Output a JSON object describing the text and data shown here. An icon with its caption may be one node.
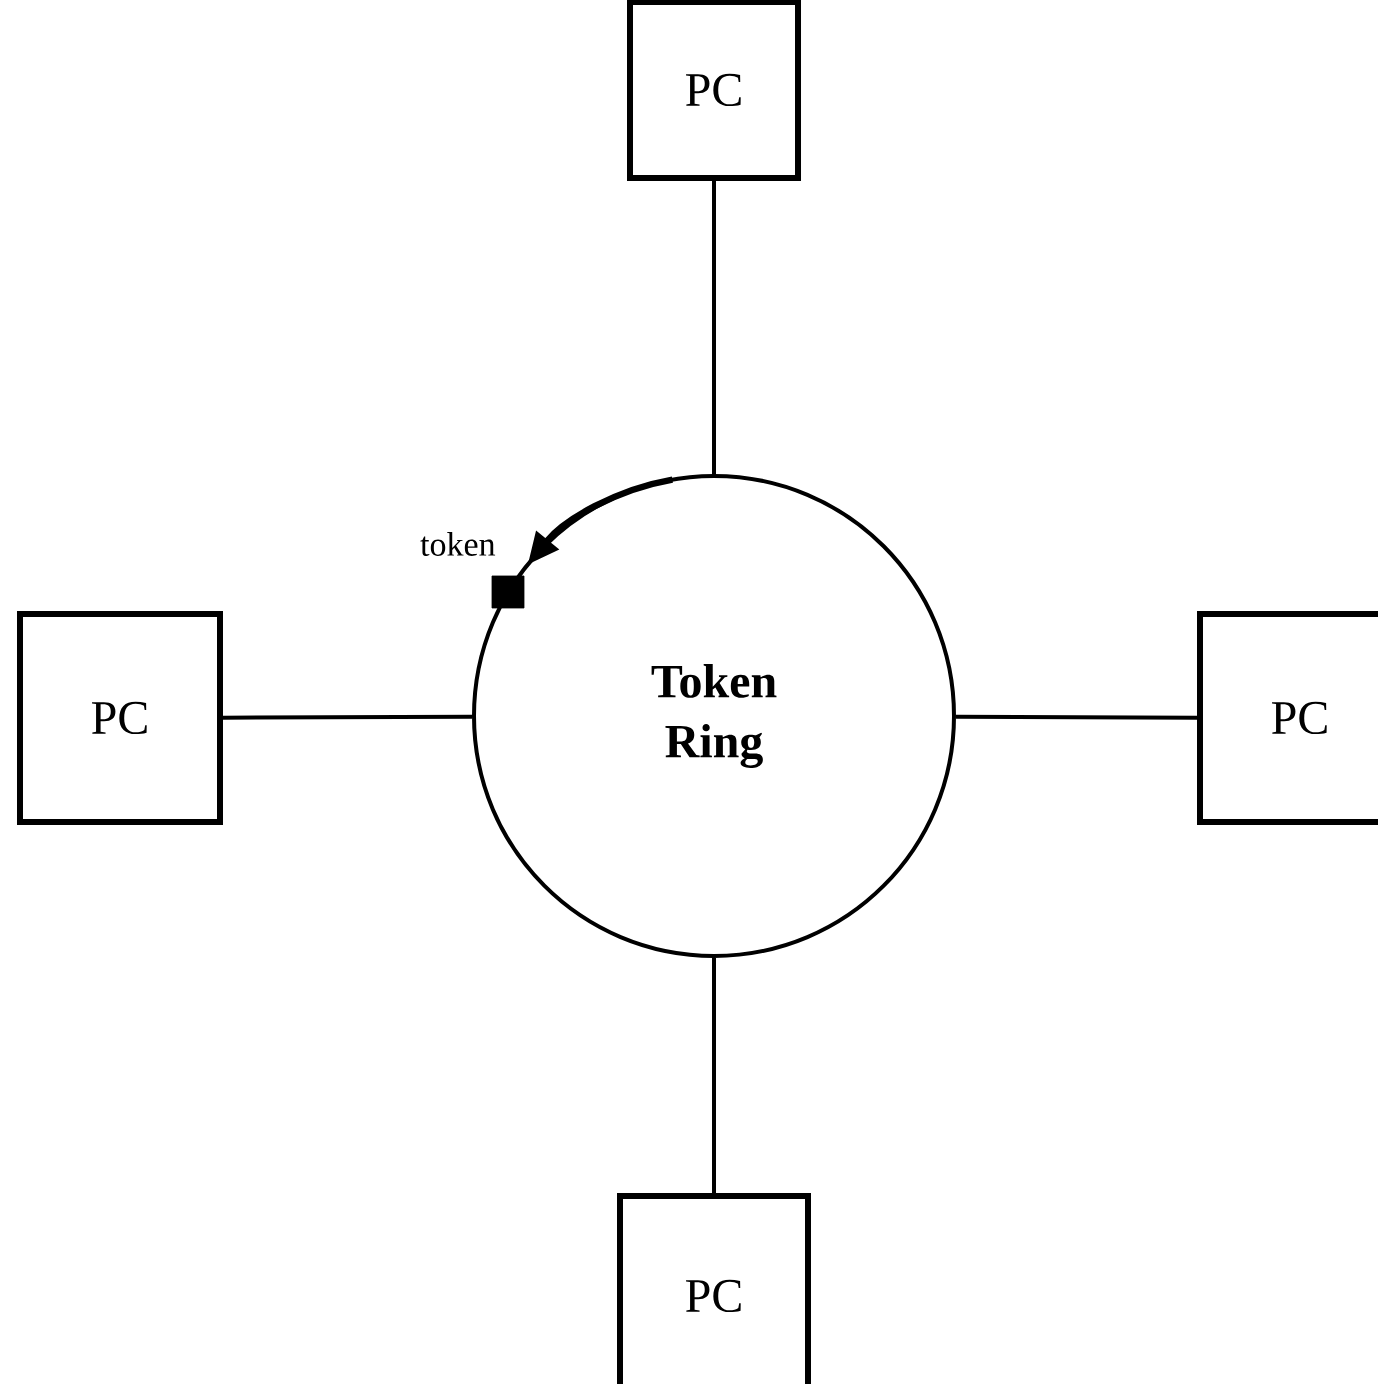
{
  "diagram": {
    "nodes": [
      {
        "text": [
          "Token Ring"
        ]
      },
      {
        "text": [
          "PC"
        ]
      },
      {
        "text": [
          "PC"
        ]
      },
      {
        "text": [
          "PC"
        ]
      },
      {
        "text": [
          "PC"
        ]
      },
      {
        "text": [],
        "shape": "box",
        "beside": [
          "token"
        ]
      }
    ],
    "edges": [
      {
        "from": 0,
        "to": 1,
        "arrow": "none"
      },
      {
        "from": 0,
        "to": 2,
        "arrow": "none"
      },
      {
        "from": 0,
        "to": 3,
        "arrow": "none"
      },
      {
        "from": 0,
        "to": 4,
        "arrow": "none"
      }
    ]
  }
}
